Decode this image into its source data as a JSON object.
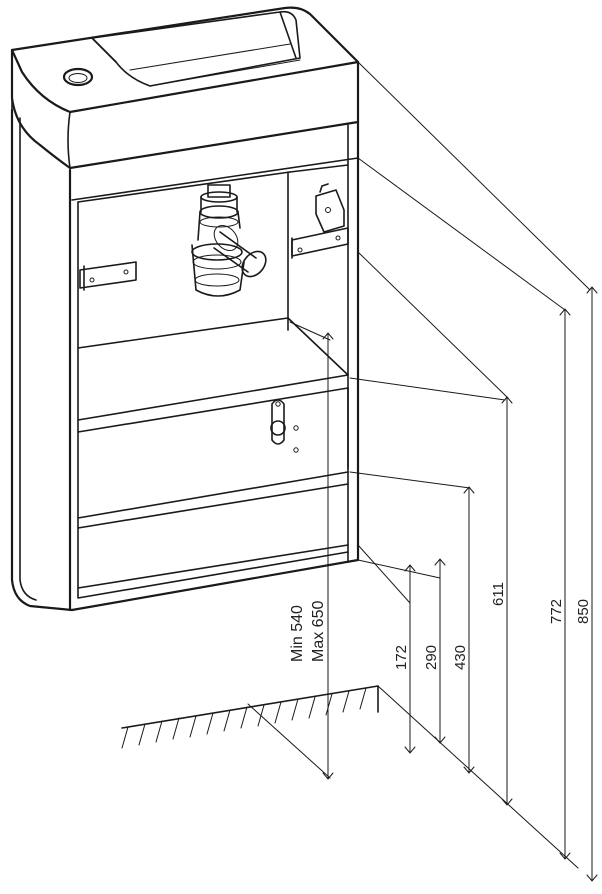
{
  "colors": {
    "line": "#1a1a1a",
    "background": "#ffffff",
    "text": "#222222"
  },
  "dimensions": {
    "min_height": "Min 540",
    "max_height": "Max 650",
    "d172": "172",
    "d290": "290",
    "d430": "430",
    "d611": "611",
    "d772": "772",
    "d850": "850"
  },
  "parts": {
    "basin": "washbasin",
    "cabinet": "cabinet",
    "siphon": "siphon",
    "floor": "floor-hatching"
  }
}
